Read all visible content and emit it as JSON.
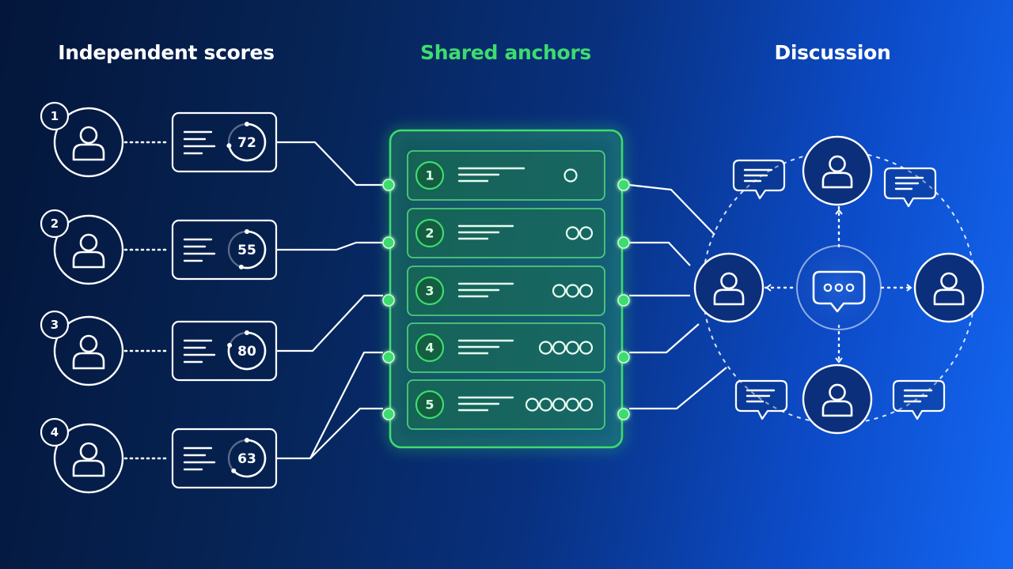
{
  "headings": {
    "independent": "Independent scores",
    "shared": "Shared anchors",
    "discussion": "Discussion"
  },
  "colors": {
    "accent_green": "#3ddc6e",
    "white": "#ffffff",
    "background_dark": "#04163a",
    "background_light": "#1467f2"
  },
  "raters": [
    {
      "label": "1",
      "score": "72",
      "progress": 0.72
    },
    {
      "label": "2",
      "score": "55",
      "progress": 0.55
    },
    {
      "label": "3",
      "score": "80",
      "progress": 0.8
    },
    {
      "label": "4",
      "score": "63",
      "progress": 0.63
    }
  ],
  "anchors": [
    {
      "label": "1",
      "dots": 1
    },
    {
      "label": "2",
      "dots": 2
    },
    {
      "label": "3",
      "dots": 3
    },
    {
      "label": "4",
      "dots": 4
    },
    {
      "label": "5",
      "dots": 5
    }
  ],
  "discussion": {
    "participants": [
      "top",
      "left",
      "right",
      "bottom"
    ],
    "center_icon": "chat-bubble-icon",
    "participant_icon": "user-icon",
    "message_icon": "message-bubble-icon"
  }
}
